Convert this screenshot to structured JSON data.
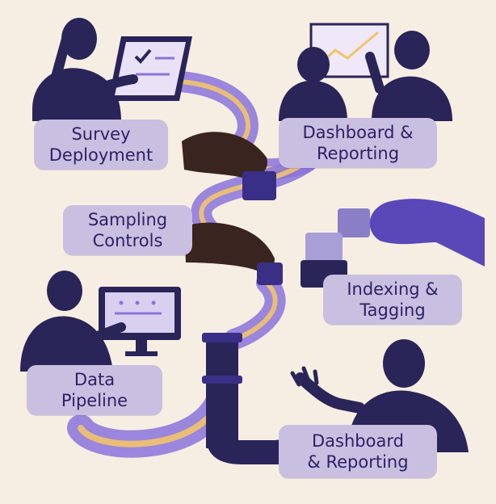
{
  "steps": {
    "survey": "Survey\nDeployment",
    "dashboard_top": "Dashboard &\nReporting",
    "sampling": "Sampling\nControls",
    "indexing": "Indexing &\nTagging",
    "pipeline": "Data\nPipeline",
    "dashboard_bottom": "Dashboard\n& Reporting"
  },
  "colors": {
    "background": "#f6eee2",
    "label_fill": "#c9bfe0",
    "label_text": "#2c2266",
    "figure_dark": "#2a2558",
    "path_purple": "#7b63d6",
    "path_glow": "#f2c46a"
  }
}
